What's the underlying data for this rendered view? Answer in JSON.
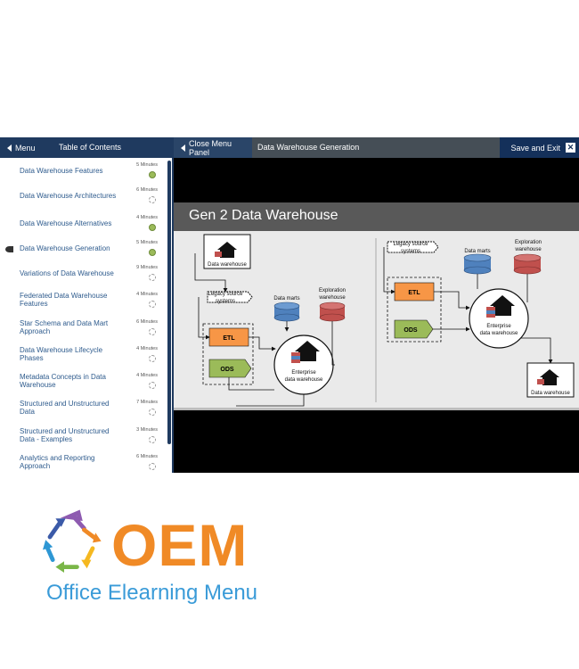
{
  "topbar": {
    "menu_label": "Menu",
    "toc_label": "Table of Contents",
    "close_panel_label": "Close Menu Panel",
    "lesson_title": "Data Warehouse Generation",
    "save_exit_label": "Save and Exit",
    "close_symbol": "✕"
  },
  "toc": {
    "items": [
      {
        "label": "Data Warehouse Features",
        "duration": "5 Minutes",
        "status": "done"
      },
      {
        "label": "Data Warehouse Architectures",
        "duration": "6 Minutes",
        "status": "todo"
      },
      {
        "label": "Data Warehouse Alternatives",
        "duration": "4 Minutes",
        "status": "done"
      },
      {
        "label": "Data Warehouse Generation",
        "duration": "5 Minutes",
        "status": "done"
      },
      {
        "label": "Variations of Data Warehouse",
        "duration": "9 Minutes",
        "status": "todo"
      },
      {
        "label": "Federated Data Warehouse Features",
        "duration": "4 Minutes",
        "status": "todo"
      },
      {
        "label": "Star Schema and Data Mart Approach",
        "duration": "6 Minutes",
        "status": "todo"
      },
      {
        "label": "Data Warehouse Lifecycle Phases",
        "duration": "4 Minutes",
        "status": "todo"
      },
      {
        "label": "Metadata Concepts in Data Warehouse",
        "duration": "4 Minutes",
        "status": "todo"
      },
      {
        "label": "Structured and Unstructured Data",
        "duration": "7 Minutes",
        "status": "todo"
      },
      {
        "label": "Structured and Unstructured Data - Examples",
        "duration": "3 Minutes",
        "status": "todo"
      },
      {
        "label": "Analytics and Reporting Approach",
        "duration": "6 Minutes",
        "status": "todo"
      }
    ]
  },
  "slide": {
    "title": "Gen 2 Data Warehouse",
    "left": {
      "data_warehouse": "Data warehouse",
      "legacy": "Legacy source systems",
      "data_marts": "Data marts",
      "exploration": "Exploration warehouse",
      "etl": "ETL",
      "ods": "ODS",
      "enterprise": "Enterprise data warehouse"
    },
    "right": {
      "legacy": "Legacy source systems",
      "data_marts": "Data marts",
      "exploration": "Exploration warehouse",
      "etl": "ETL",
      "ods": "ODS",
      "enterprise": "Enterprise data warehouse",
      "data_warehouse": "Data warehouse"
    },
    "colors": {
      "etl": "#f79646",
      "ods": "#9bbb59",
      "mart": "#4f81bd",
      "explore": "#c0504d"
    }
  },
  "logo": {
    "main": "OEM",
    "sub": "Office Elearning Menu"
  }
}
